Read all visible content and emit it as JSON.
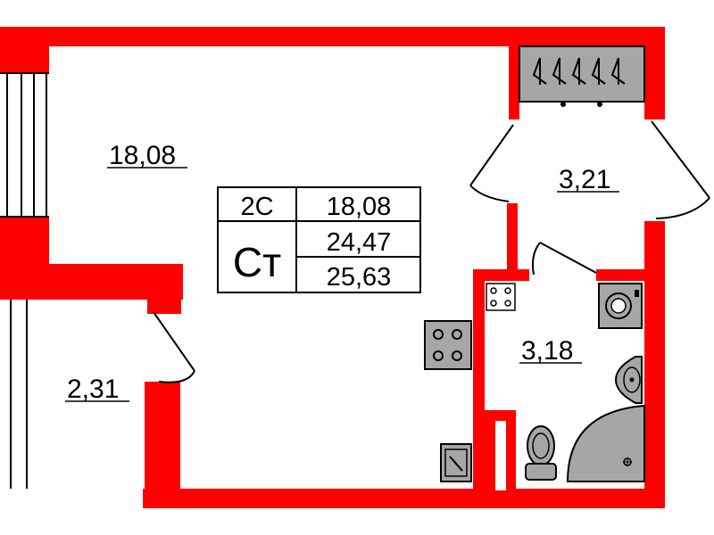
{
  "colors": {
    "wall": "#ff0000",
    "fixture": "#a6a6a6",
    "line": "#000000",
    "background": "#ffffff"
  },
  "rooms": {
    "living": "18,08",
    "balcony": "2,31",
    "hall": "3,21",
    "bathroom": "3,18"
  },
  "info": {
    "type": "2С",
    "living_area": "18,08",
    "category": "Ст",
    "total_area": "24,47",
    "total_with_balcony": "25,63"
  },
  "icons": [
    "wardrobe-icon",
    "stove-icon",
    "kitchen-sink-icon",
    "washing-machine-icon",
    "washbasin-icon",
    "toilet-icon",
    "shower-icon",
    "door-icon",
    "window-icon"
  ]
}
